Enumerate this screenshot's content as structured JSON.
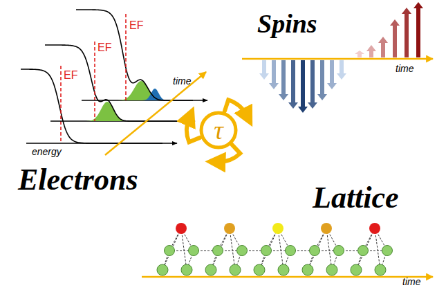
{
  "diagram": {
    "nodes": [
      {
        "text": [
          "τ"
        ]
      }
    ],
    "labels": [
      "Electrons",
      "Spins",
      "Lattice",
      "EF",
      "EF",
      "EF",
      "energy",
      "time",
      "time",
      "time"
    ]
  }
}
